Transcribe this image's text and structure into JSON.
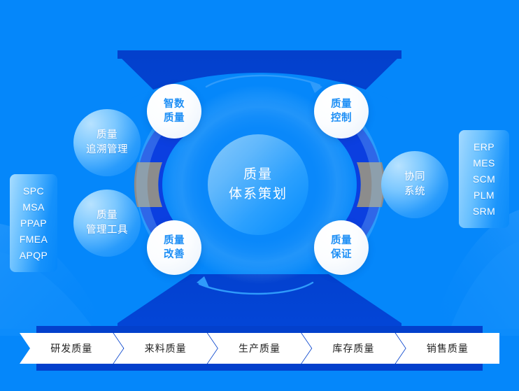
{
  "theme": {
    "background": "#0587fa",
    "dark_blue": "#0340cc",
    "mid_blue": "#0a49d6",
    "node_text": "#1e8ff5",
    "gray_segment": "#8c8c8c",
    "chevron_fill": "#ffffff",
    "chevron_text": "#222222",
    "arrow_stroke": "#2f9bfb"
  },
  "hub": {
    "line1": "质量",
    "line2": "体系策划"
  },
  "nodes": [
    {
      "id": "smart",
      "line1": "智数",
      "line2": "质量"
    },
    {
      "id": "control",
      "line1": "质量",
      "line2": "控制"
    },
    {
      "id": "improve",
      "line1": "质量",
      "line2": "改善"
    },
    {
      "id": "assure",
      "line1": "质量",
      "line2": "保证"
    }
  ],
  "bubbles": [
    {
      "id": "trace",
      "line1": "质量",
      "line2": "追溯管理"
    },
    {
      "id": "tools",
      "line1": "质量",
      "line2": "管理工具"
    },
    {
      "id": "collab",
      "line1": "协同",
      "line2": "系统"
    }
  ],
  "panel_left": {
    "items": [
      "SPC",
      "MSA",
      "PPAP",
      "FMEA",
      "APQP"
    ]
  },
  "panel_right": {
    "items": [
      "ERP",
      "MES",
      "SCM",
      "PLM",
      "SRM"
    ]
  },
  "process": {
    "steps": [
      {
        "label": "研发质量"
      },
      {
        "label": "来料质量"
      },
      {
        "label": "生产质量"
      },
      {
        "label": "库存质量"
      },
      {
        "label": "销售质量"
      }
    ]
  },
  "icons": {
    "arrow_top": "curved-arrow-right-icon",
    "arrow_bottom": "curved-arrow-left-icon",
    "chevron_separator": "chevron-right-icon"
  }
}
